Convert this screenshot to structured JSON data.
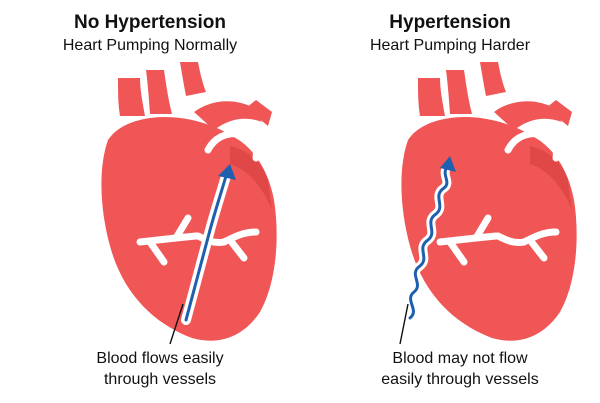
{
  "panels": [
    {
      "title": "No Hypertension",
      "subtitle": "Heart Pumping Normally",
      "caption": [
        "Blood flows easily",
        "through vessels"
      ]
    },
    {
      "title": "Hypertension",
      "subtitle": "Heart Pumping Harder",
      "caption": [
        "Blood may not flow",
        "easily through vessels"
      ]
    }
  ],
  "colors": {
    "heart": "#f05656",
    "heart_dark": "#e04848",
    "vessel_line": "#ffffff",
    "blood": "#1f5fb0",
    "text": "#111111"
  },
  "icons": [
    "heart-icon",
    "blood-vessel-icon",
    "arrow-up-icon",
    "pointer-line"
  ]
}
